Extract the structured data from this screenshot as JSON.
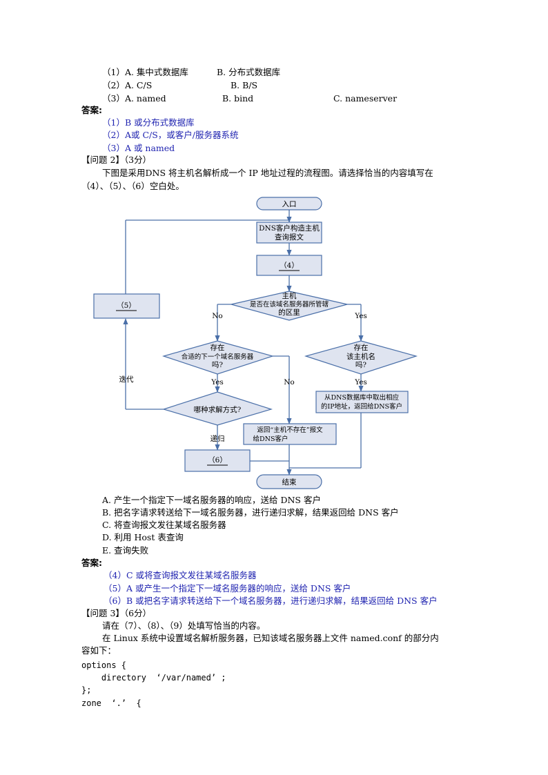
{
  "q1_options": {
    "line1_a": "（1）A. 集中式数据库",
    "line1_b": "B. 分布式数据库",
    "line2_a": "（2）A. C/S",
    "line2_b": "B. B/S",
    "line3_a": "（3）A. named",
    "line3_b": "B. bind",
    "line3_c": "C. nameserver"
  },
  "answer_label": "答案:",
  "q1_answers": [
    "（1）B 或分布式数据库",
    "（2）A或 C/S，或客户/服务器系统",
    "（3）A 或 named"
  ],
  "q2": {
    "heading": "【问题 2】（3分）",
    "prompt_line1": "下图是采用DNS 将主机名解析成一个 IP 地址过程的流程图。请选择恰当的内容填写在",
    "prompt_line2": "（4）、（5）、（6）空白处。"
  },
  "flowchart": {
    "entry": "入口",
    "construct_line1": "DNS客户构造主机",
    "construct_line2": "查询报文",
    "blank4": "（4）",
    "blank5": "（5）",
    "blank6": "（6）",
    "decision1_line1": "主机",
    "decision1_line2": "是否在该域名服务器所管辖",
    "decision1_line3": "的区里",
    "decision2_line1": "存在",
    "decision2_line2": "合适的下一个域名服务器",
    "decision2_line3": "吗?",
    "decision3_line1": "存在",
    "decision3_line2": "该主机名",
    "decision3_line3": "吗?",
    "decision4": "哪种求解方式?",
    "fetch_line1": "从DNS数据库中取出相应",
    "fetch_line2": "的IP地址，返回给DNS客户",
    "notexist_line1": "返回“主机不存在”报文",
    "notexist_line2": "给DNS客户",
    "end": "结束",
    "no1": "No",
    "yes1": "Yes",
    "yes2": "Yes",
    "no2": "No",
    "yes3": "Yes",
    "iterative": "迭代",
    "recursive": "递归"
  },
  "q2_options": [
    "A. 产生一个指定下一域名服务器的响应，送给 DNS 客户",
    "B. 把名字请求转送给下一域名服务器，进行递归求解，结果返回给 DNS 客户",
    "C. 将查询报文发往某域名服务器",
    "D. 利用 Host 表查询",
    "E. 查询失败"
  ],
  "q2_answers": [
    "（4）C 或将查询报文发往某域名服务器",
    "（5）A 或产生一个指定下一域名服务器的响应，送给 DNS 客户",
    "（6）B 或把名字请求转送给下一个域名服务器，进行递归求解，结果返回给 DNS 客户"
  ],
  "q3": {
    "heading": "【问题 3】（6分）",
    "line1": "请在（7）、（8）、（9）处填写恰当的内容。",
    "line2": "在 Linux 系统中设置域名解析服务器，已知该域名服务器上文件 named.conf 的部分内",
    "line3": "容如下："
  },
  "code": [
    "options {",
    "    directory  ‘/var/named’ ;",
    "};",
    "zone  ‘.’  {"
  ]
}
